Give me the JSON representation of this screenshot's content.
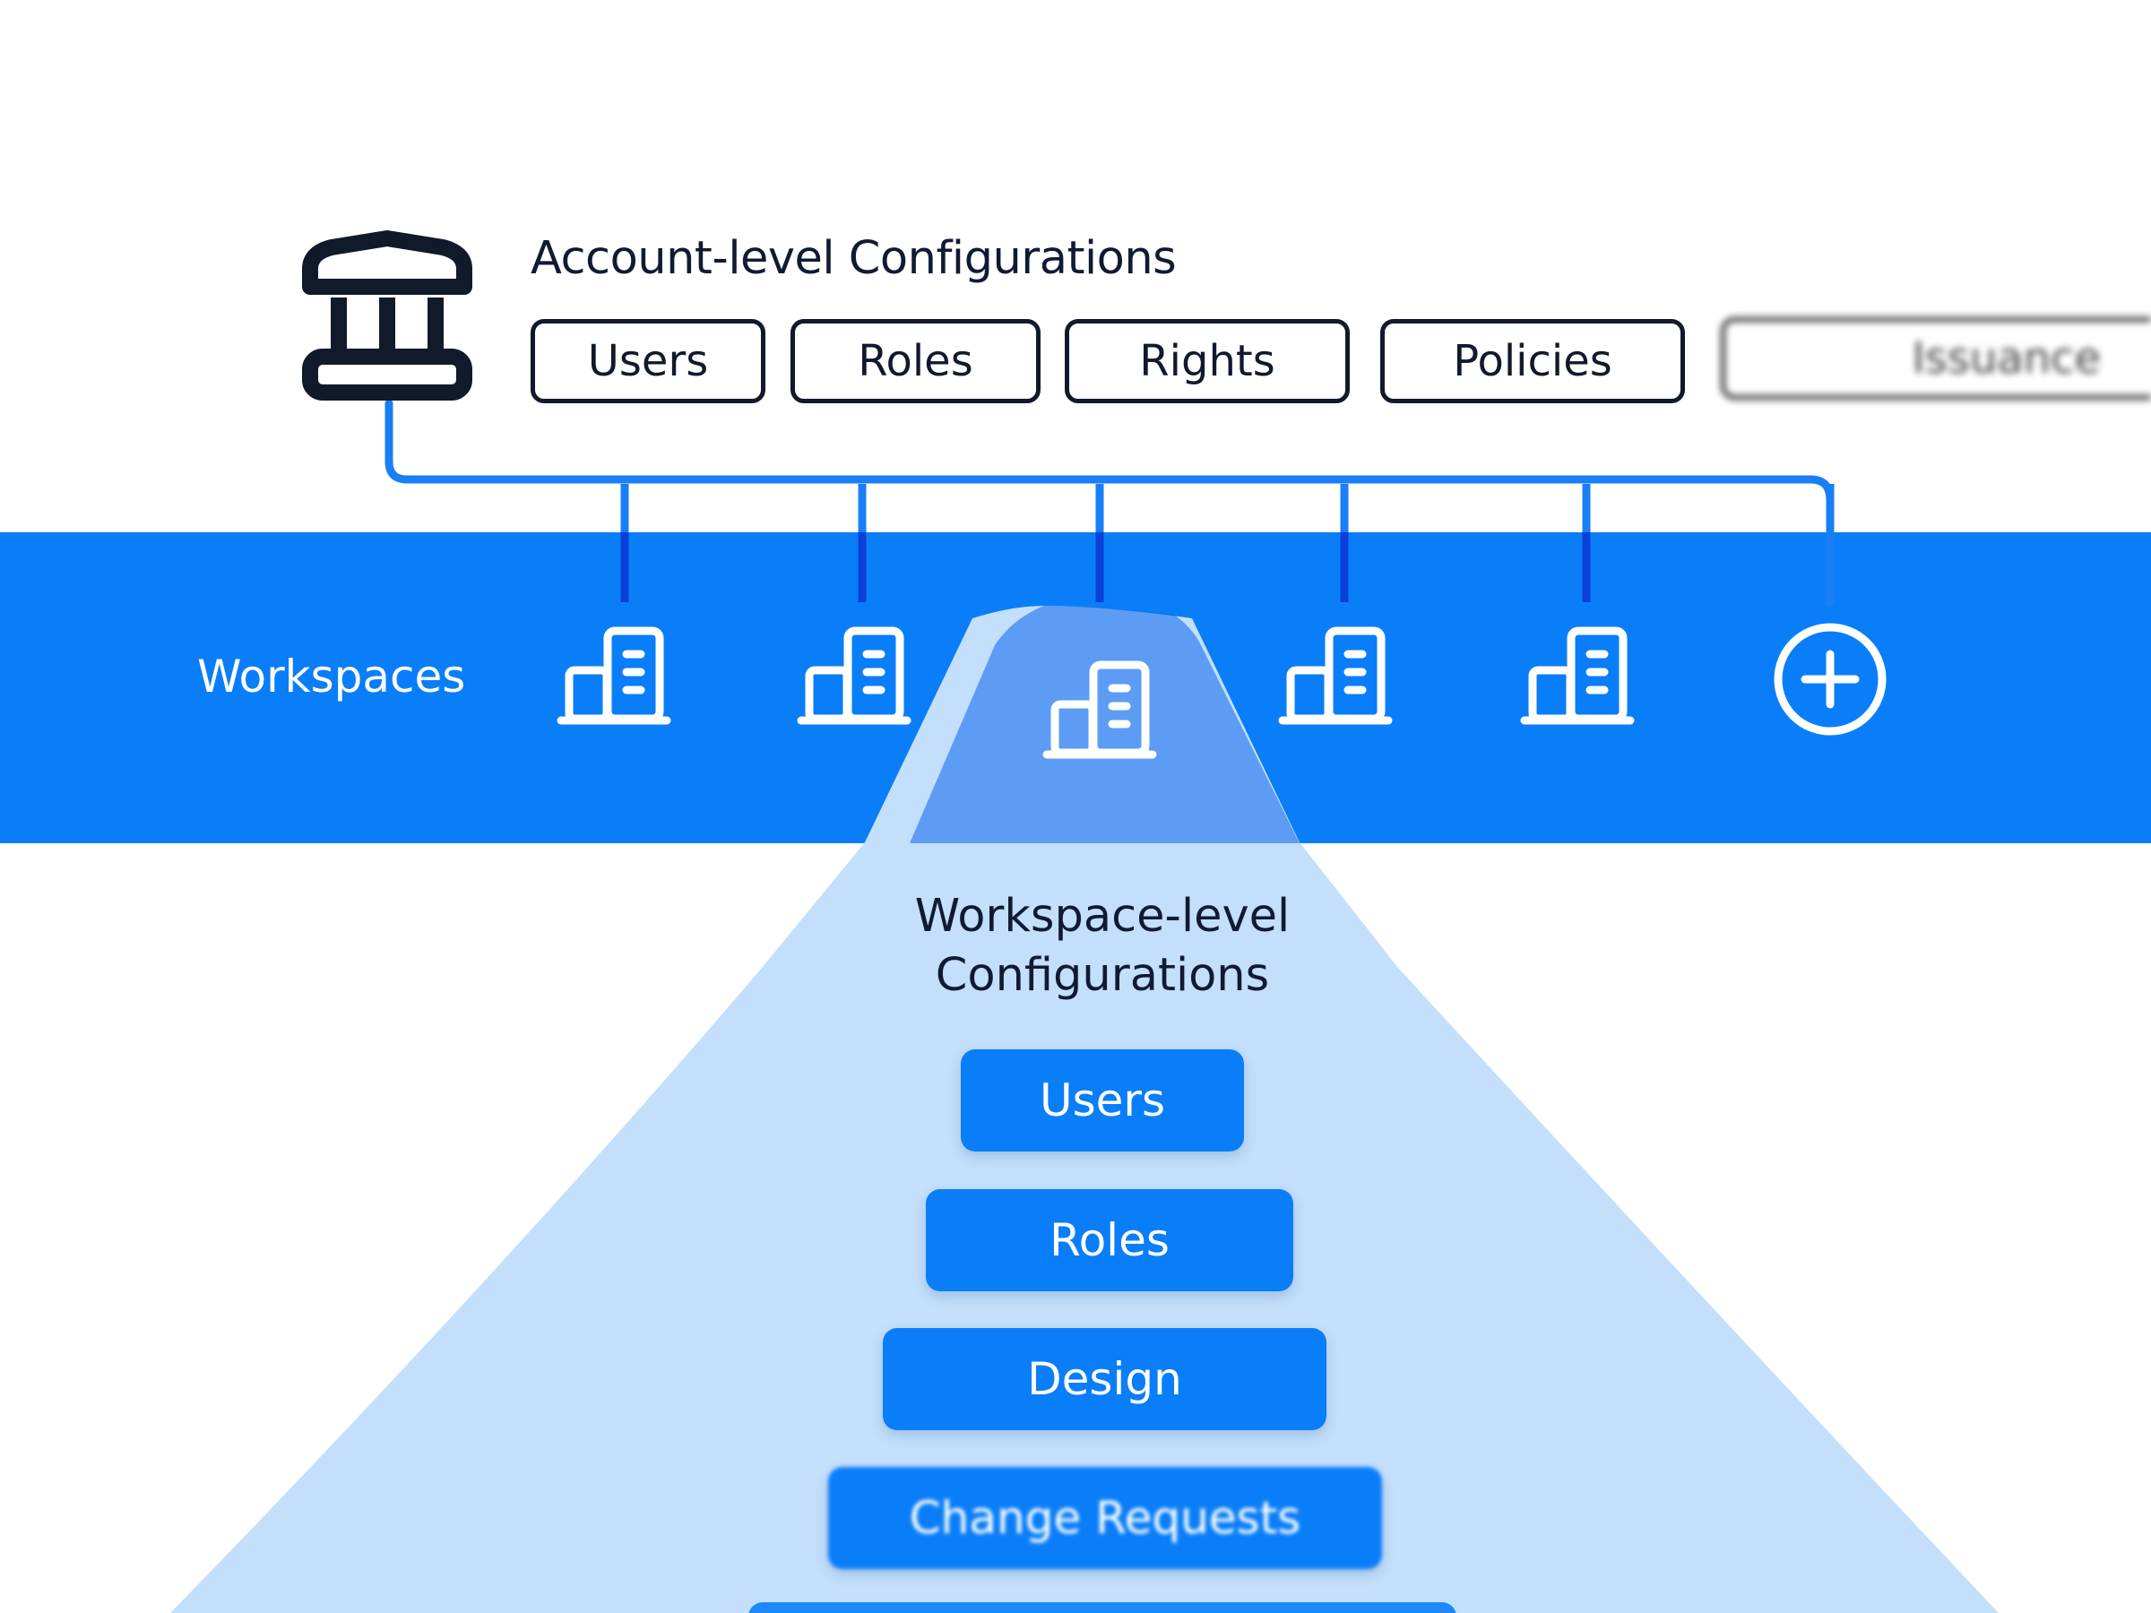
{
  "colors": {
    "accent": "#0a7ef8",
    "dark": "#111a2b",
    "cone": "#c3dffb",
    "connector": "#1a7ff5"
  },
  "account": {
    "icon": "bank-icon",
    "title": "Account-level Configurations",
    "items": [
      "Users",
      "Roles",
      "Rights",
      "Policies",
      "Issuance"
    ]
  },
  "workspaces": {
    "label": "Workspaces",
    "icon": "building-icon",
    "add_icon": "plus-circle-icon",
    "selected_index": 2
  },
  "workspace_config": {
    "title_line1": "Workspace-level",
    "title_line2": "Configurations",
    "items": [
      "Users",
      "Roles",
      "Design",
      "Change Requests"
    ]
  }
}
